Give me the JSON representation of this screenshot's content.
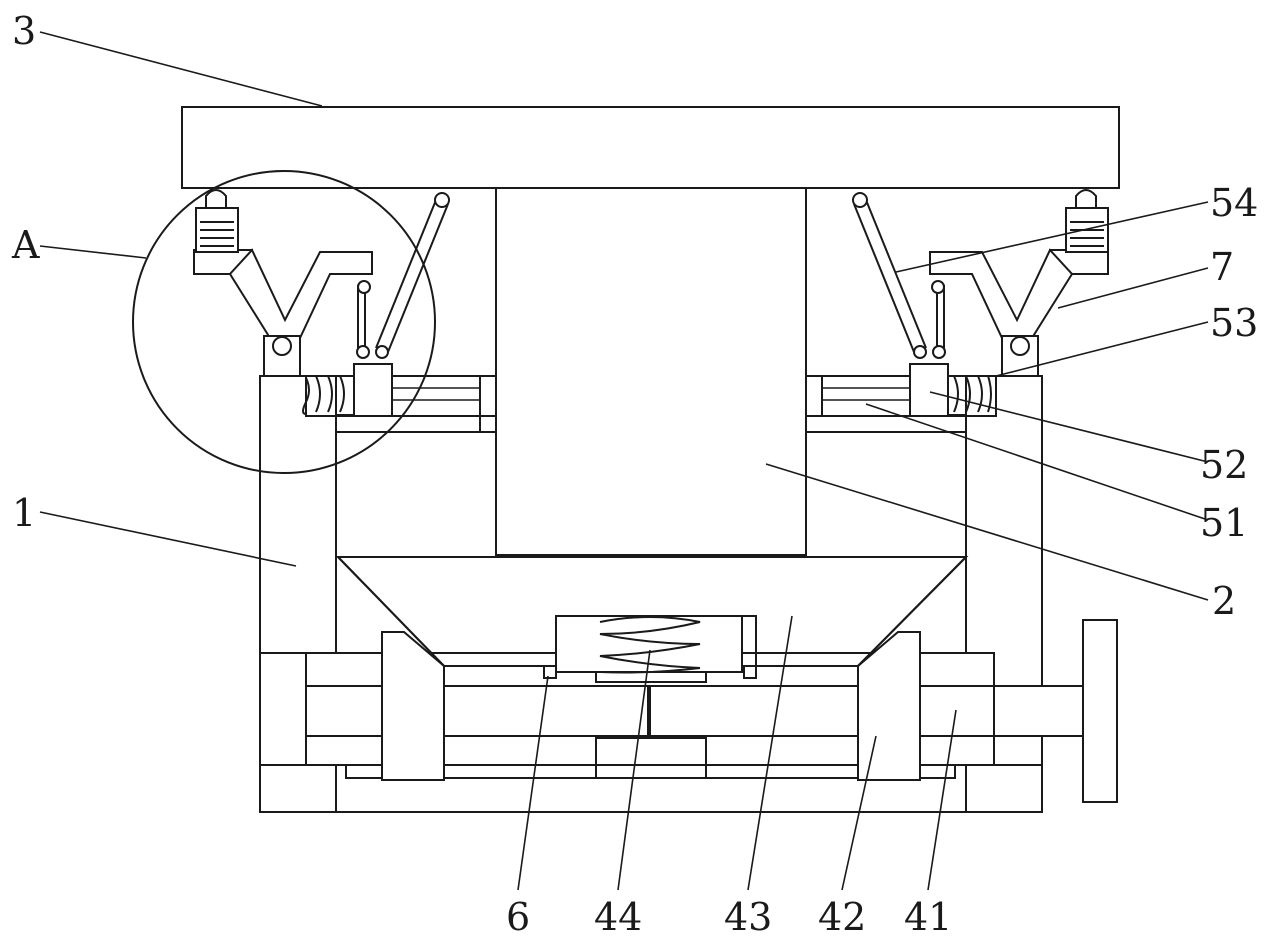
{
  "figure": {
    "labels": {
      "l1": "1",
      "l2": "2",
      "l3": "3",
      "l6": "6",
      "l7": "7",
      "l41": "41",
      "l42": "42",
      "l43": "43",
      "l44": "44",
      "l51": "51",
      "l52": "52",
      "l53": "53",
      "l54": "54",
      "lA": "A"
    }
  }
}
